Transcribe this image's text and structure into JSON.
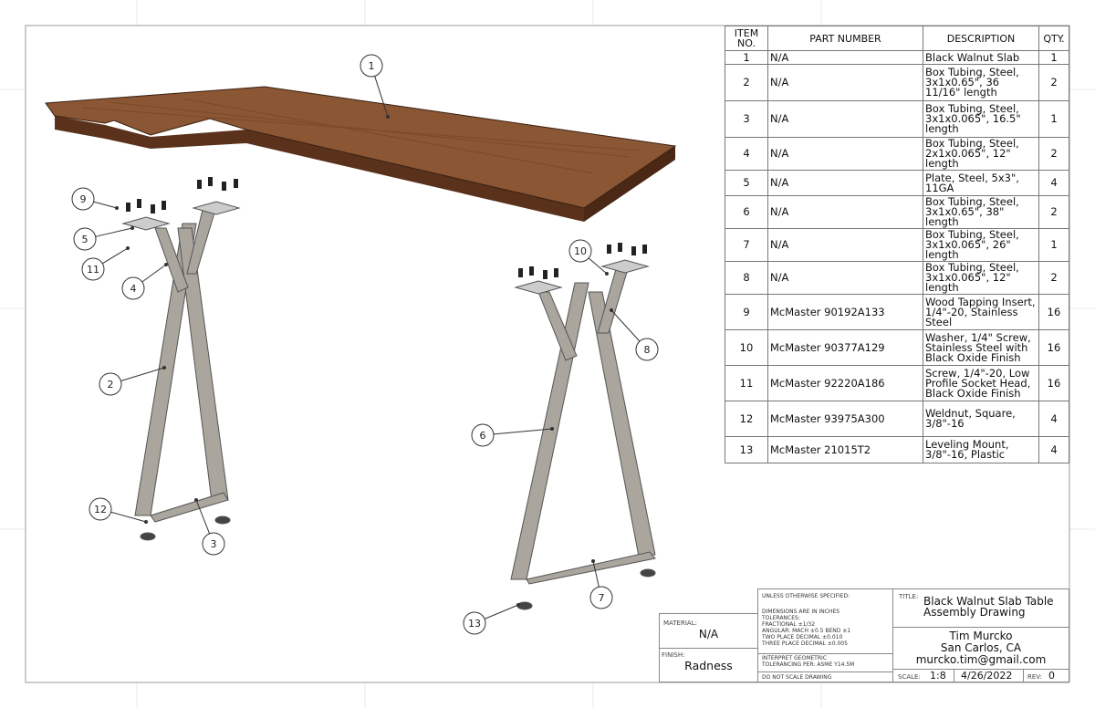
{
  "bom": {
    "headers": {
      "item": "ITEM NO.",
      "part": "PART NUMBER",
      "desc": "DESCRIPTION",
      "qty": "QTY."
    },
    "rows": [
      {
        "item": "1",
        "part": "N/A",
        "desc": "Black Walnut Slab",
        "qty": "1"
      },
      {
        "item": "2",
        "part": "N/A",
        "desc": "Box Tubing, Steel, 3x1x0.65\", 36 11/16\" length",
        "qty": "2"
      },
      {
        "item": "3",
        "part": "N/A",
        "desc": "Box Tubing, Steel, 3x1x0.065\", 16.5\" length",
        "qty": "1"
      },
      {
        "item": "4",
        "part": "N/A",
        "desc": "Box Tubing, Steel, 2x1x0.065\", 12\" length",
        "qty": "2"
      },
      {
        "item": "5",
        "part": "N/A",
        "desc": "Plate, Steel, 5x3\", 11GA",
        "qty": "4"
      },
      {
        "item": "6",
        "part": "N/A",
        "desc": "Box Tubing, Steel, 3x1x0.65\", 38\" length",
        "qty": "2"
      },
      {
        "item": "7",
        "part": "N/A",
        "desc": "Box Tubing, Steel, 3x1x0.065\", 26\" length",
        "qty": "1"
      },
      {
        "item": "8",
        "part": "N/A",
        "desc": "Box Tubing, Steel, 3x1x0.065\", 12\" length",
        "qty": "2"
      },
      {
        "item": "9",
        "part": "McMaster 90192A133",
        "desc": "Wood Tapping Insert, 1/4\"-20, Stainless Steel",
        "qty": "16"
      },
      {
        "item": "10",
        "part": "McMaster 90377A129",
        "desc": "Washer, 1/4\" Screw, Stainless Steel with Black Oxide Finish",
        "qty": "16"
      },
      {
        "item": "11",
        "part": "McMaster 92220A186",
        "desc": "Screw, 1/4\"-20, Low Profile Socket Head, Black Oxide Finish",
        "qty": "16"
      },
      {
        "item": "12",
        "part": "McMaster 93975A300",
        "desc": "Weldnut, Square, 3/8\"-16",
        "qty": "4"
      },
      {
        "item": "13",
        "part": "McMaster 21015T2",
        "desc": "Leveling Mount, 3/8\"-16, Plastic",
        "qty": "4"
      }
    ]
  },
  "balloons": [
    "1",
    "9",
    "5",
    "11",
    "4",
    "2",
    "12",
    "3",
    "10",
    "8",
    "6",
    "7",
    "13"
  ],
  "title_block": {
    "material_label": "MATERIAL:",
    "material": "N/A",
    "finish_label": "FINISH:",
    "finish": "Radness",
    "unless": "UNLESS OTHERWISE SPECIFIED:",
    "tol1": "DIMENSIONS ARE IN INCHES",
    "tol2": "TOLERANCES:",
    "tol3": "FRACTIONAL ±1/32",
    "tol4": "ANGULAR: MACH ±0.5   BEND ±1",
    "tol5": "TWO PLACE DECIMAL   ±0.010",
    "tol6": "THREE PLACE DECIMAL ±0.005",
    "interp1": "INTERPRET GEOMETRIC",
    "interp2": "TOLERANCING PER: ASME Y14.5M",
    "noscale": "DO NOT SCALE DRAWING",
    "title_label": "TITLE:",
    "title1": "Black Walnut Slab Table",
    "title2": "Assembly Drawing",
    "name": "Tim Murcko",
    "city": "San Carlos, CA",
    "email": "murcko.tim@gmail.com",
    "scale_label": "SCALE:",
    "scale": "1:8",
    "date": "4/26/2022",
    "rev_label": "REV:",
    "rev": "0"
  },
  "colors": {
    "wood": "#7a4a2c",
    "steel": "#a8a39b"
  }
}
